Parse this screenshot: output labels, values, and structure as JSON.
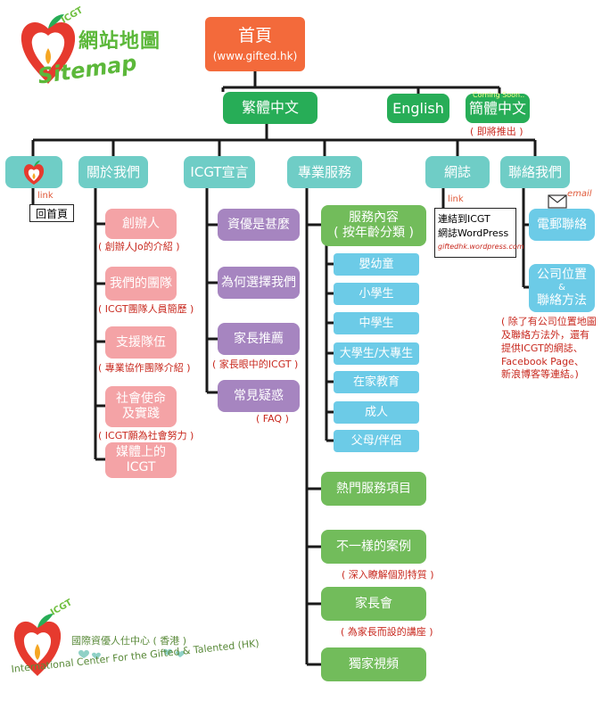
{
  "logo": {
    "badge": "ICGT",
    "title_cn": "網站地圖",
    "title_en": "Sitemap"
  },
  "home": {
    "title": "首頁",
    "url": "(www.gifted.hk)"
  },
  "languages": {
    "traditional": "繁體中文",
    "english": "English",
    "simplified": "簡體中文",
    "simplified_badge": "Coming Soon..",
    "simplified_note": "( 即將推出 )"
  },
  "top_nav": {
    "about": "關於我們",
    "declaration": "ICGT宣言",
    "services": "專業服務",
    "blog": "網誌",
    "contact": "聯絡我們"
  },
  "home_link": {
    "tag": "link",
    "label": "回首頁"
  },
  "about_items": [
    {
      "label": "創辦人",
      "note": "( 創辦人Jo的介紹 )"
    },
    {
      "label": "我們的團隊",
      "note": "( ICGT團隊人員簡歷 )"
    },
    {
      "label": "支援隊伍",
      "note": "( 專業協作團隊介紹 )"
    },
    {
      "label": "社會使命\n及實踐",
      "note": "( ICGT願為社會努力 )"
    },
    {
      "label": "媒體上的\nICGT",
      "note": ""
    }
  ],
  "declaration_items": [
    {
      "label": "資優是甚麼",
      "note": ""
    },
    {
      "label": "為何選擇我們",
      "note": ""
    },
    {
      "label": "家長推薦",
      "note": "( 家長眼中的ICGT )"
    },
    {
      "label": "常見疑惑",
      "note": "( FAQ )"
    }
  ],
  "services": {
    "content_title": "服務內容\n( 按年齡分類 )",
    "age_groups": [
      "嬰幼童",
      "小學生",
      "中學生",
      "大學生/大專生",
      "在家教育",
      "成人",
      "父母/伴侶"
    ],
    "items": [
      {
        "label": "熱門服務項目",
        "note": ""
      },
      {
        "label": "不一樣的案例",
        "note": "( 深入瞭解個別特質 )"
      },
      {
        "label": "家長會",
        "note": "( 為家長而設的講座 )"
      },
      {
        "label": "獨家視頻",
        "note": ""
      }
    ]
  },
  "blog": {
    "tag": "link",
    "line1": "連結到ICGT",
    "line2": "網誌WordPress",
    "url": "giftedhk.wordpress.com"
  },
  "contact": {
    "email_tag": "email",
    "email": "電郵聯絡",
    "location_line1": "公司位置",
    "location_amp": "&",
    "location_line2": "聯絡方法",
    "note": "( 除了有公司位置地圖\n及聯絡方法外，還有\n提供ICGT的網誌、\nFacebook Page、\n新浪博客等連結。)"
  },
  "footer": {
    "badge": "ICGT",
    "name_cn": "國際資優人仕中心 ( 香港 )",
    "name_en": "International Center For the Gifted & Talented (HK)"
  },
  "colors": {
    "home": "#f36a3b",
    "language": "#27ad57",
    "nav": "#6fcdc6",
    "about": "#f4a3a6",
    "declaration": "#a685c0",
    "services": "#72bc5b",
    "age": "#6ccbe7",
    "note": "#c8281e"
  }
}
